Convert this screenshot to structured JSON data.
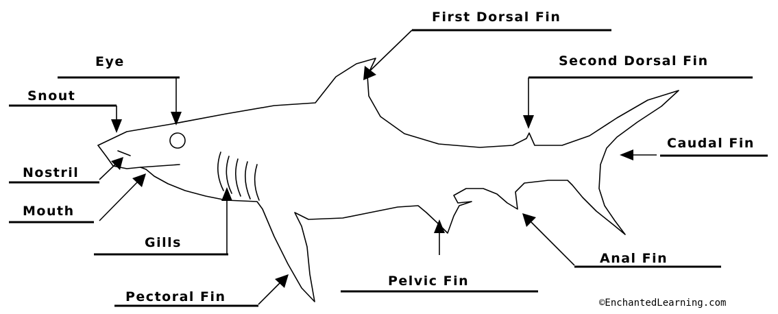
{
  "labels": {
    "first_dorsal_fin": "First Dorsal Fin",
    "second_dorsal_fin": "Second Dorsal Fin",
    "eye": "Eye",
    "snout": "Snout",
    "caudal_fin": "Caudal Fin",
    "nostril": "Nostril",
    "mouth": "Mouth",
    "gills": "Gills",
    "pelvic_fin": "Pelvic Fin",
    "anal_fin": "Anal Fin",
    "pectoral_fin": "Pectoral Fin"
  },
  "credit": "©EnchantedLearning.com",
  "colors": {
    "ink": "#000000",
    "background": "#ffffff"
  }
}
